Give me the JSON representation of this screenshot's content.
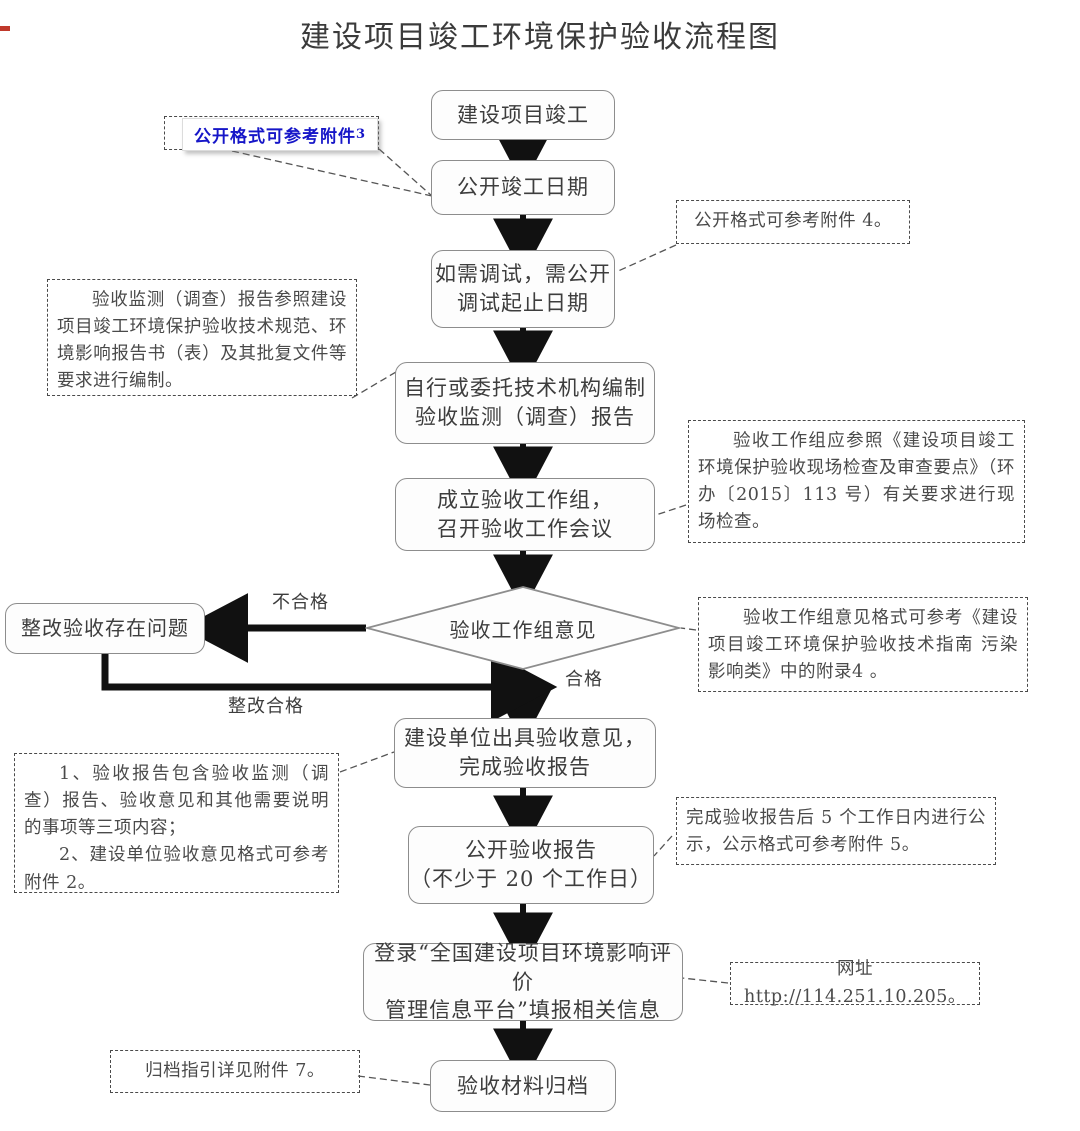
{
  "title": "建设项目竣工环境保护验收流程图",
  "flow": {
    "nodes": [
      {
        "id": "n1",
        "label": "建设项目竣工"
      },
      {
        "id": "n2",
        "label": "公开竣工日期"
      },
      {
        "id": "n3_line1",
        "label": "如需调试，需公开"
      },
      {
        "id": "n3_line2",
        "label": "调试起止日期"
      },
      {
        "id": "n4_line1",
        "label": "自行或委托技术机构编制"
      },
      {
        "id": "n4_line2",
        "label": "验收监测（调查）报告"
      },
      {
        "id": "n5_line1",
        "label": "成立验收工作组，"
      },
      {
        "id": "n5_line2",
        "label": "召开验收工作会议"
      },
      {
        "id": "n6",
        "label": "验收工作组意见"
      },
      {
        "id": "n7",
        "label": "整改验收存在问题"
      },
      {
        "id": "n8_line1",
        "label": "建设单位出具验收意见，"
      },
      {
        "id": "n8_line2",
        "label": "完成验收报告"
      },
      {
        "id": "n9_line1",
        "label": "公开验收报告"
      },
      {
        "id": "n9_line2",
        "label": "（不少于 20 个工作日）"
      },
      {
        "id": "n10_line1",
        "label": "登录“全国建设项目环境影响评价"
      },
      {
        "id": "n10_line2",
        "label": "管理信息平台”填报相关信息"
      },
      {
        "id": "n11",
        "label": "验收材料归档"
      }
    ],
    "edge_labels": {
      "fail": "不合格",
      "pass": "合格",
      "rectified": "整改合格"
    }
  },
  "notes": {
    "note_attachment3": "公开格式可参考附件",
    "note_attachment3_num": "3",
    "note_attachment4": "公开格式可参考附件 4。",
    "note_monitoring_report": "验收监测（调查）报告参照建设项目竣工环境保护验收技术规范、环境影响报告书（表）及其批复文件等要求进行编制。",
    "note_workgroup_inspection": "验收工作组应参照《建设项目竣工环境保护验收现场检查及审查要点》（环办〔2015〕113 号）有关要求进行现场检查。",
    "note_workgroup_opinion": "验收工作组意见格式可参考《建设项目竣工环境保护验收技术指南 污染影响类》中的附录4 。",
    "note_report_contents_line1": "1、验收报告包含验收监测（调查）报告、验收意见和其他需要说明的事项等三项内容；",
    "note_report_contents_line2": "2、建设单位验收意见格式可参考附件 2。",
    "note_publicity": "完成验收报告后 5 个工作日内进行公示，公示格式可参考附件 5。",
    "note_website": "网址 http://114.251.10.205。",
    "note_archive": "归档指引详见附件 7。"
  },
  "colors": {
    "box_border": "#8d8d8d",
    "note_border": "#4a4a4a",
    "arrow": "#111111",
    "blue_text": "#1616c8",
    "text": "#3d3d3d"
  }
}
